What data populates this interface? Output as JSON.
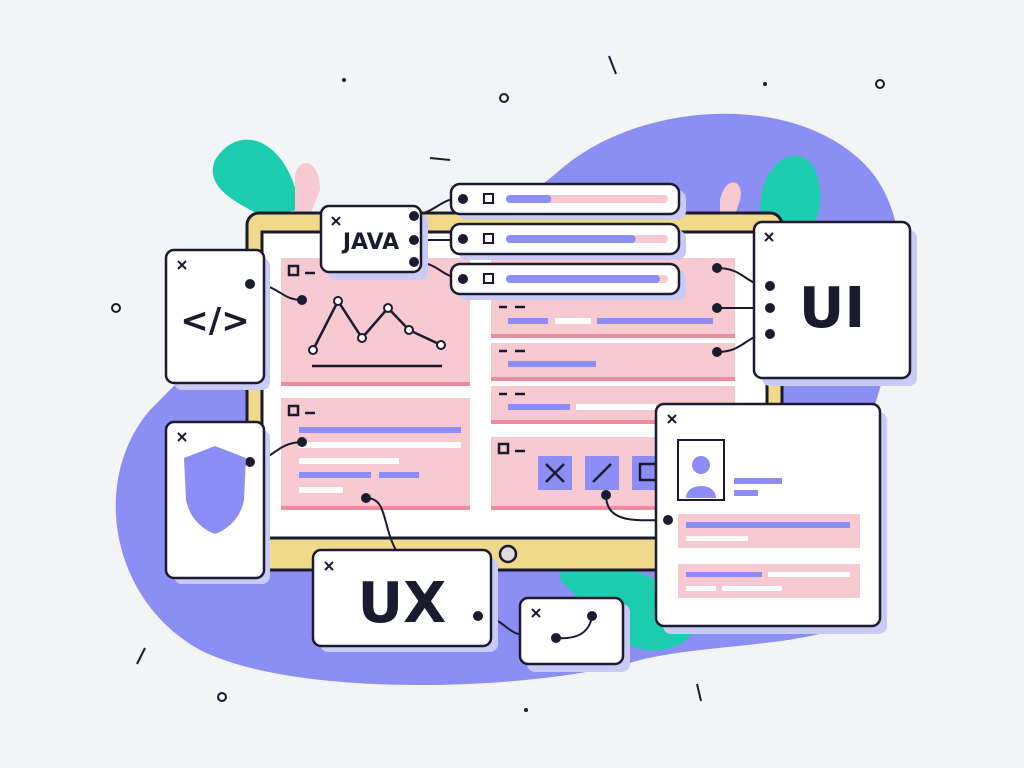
{
  "labels": {
    "java": "JAVA",
    "code": "</>",
    "ui": "UI",
    "ux": "UX"
  },
  "progress_bars": [
    0.28,
    0.8,
    0.95
  ],
  "colors": {
    "background": "#f3f4f6",
    "blob": "#8b8ef2",
    "teal": "#1dcdb0",
    "yellow": "#f1d98b",
    "pink": "#f7c9d1",
    "pink_stripe": "#f08aa0",
    "accent": "#8c8ef5",
    "ink": "#1b1b2f"
  }
}
